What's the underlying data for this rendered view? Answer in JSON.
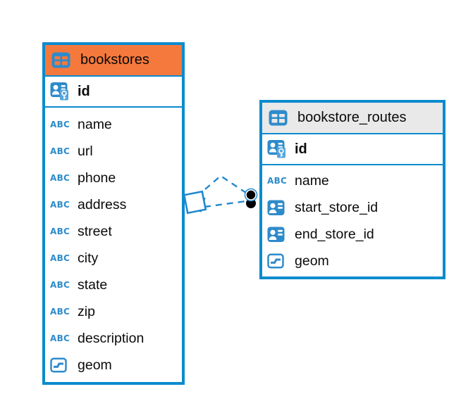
{
  "tables": [
    {
      "name": "bookstores",
      "header_color_key": "bookstores_header",
      "primary_key": {
        "name": "id",
        "icon": "primary-key-icon"
      },
      "columns": [
        {
          "name": "name",
          "icon": "text-type-icon"
        },
        {
          "name": "url",
          "icon": "text-type-icon"
        },
        {
          "name": "phone",
          "icon": "text-type-icon"
        },
        {
          "name": "address",
          "icon": "text-type-icon"
        },
        {
          "name": "street",
          "icon": "text-type-icon"
        },
        {
          "name": "city",
          "icon": "text-type-icon"
        },
        {
          "name": "state",
          "icon": "text-type-icon"
        },
        {
          "name": "zip",
          "icon": "text-type-icon"
        },
        {
          "name": "description",
          "icon": "text-type-icon"
        },
        {
          "name": "geom",
          "icon": "geometry-type-icon"
        }
      ]
    },
    {
      "name": "bookstore_routes",
      "header_color_key": "routes_header",
      "primary_key": {
        "name": "id",
        "icon": "primary-key-icon"
      },
      "columns": [
        {
          "name": "name",
          "icon": "text-type-icon"
        },
        {
          "name": "start_store_id",
          "icon": "reference-type-icon"
        },
        {
          "name": "end_store_id",
          "icon": "reference-type-icon"
        },
        {
          "name": "geom",
          "icon": "geometry-type-icon"
        }
      ]
    }
  ],
  "relationship": {
    "from_table": "bookstores",
    "to_table": "bookstore_routes",
    "line_style": "dashed",
    "line_count": 2
  },
  "colors": {
    "table_border": "#0b8bce",
    "icon_blue": "#2e8bcb",
    "connector_blue": "#2089ce",
    "bookstores_header": "#f5793c",
    "routes_header": "#e9e9e9",
    "endpoint_dot": "#000000",
    "text": "#0a0a0a"
  },
  "abc_icon_text": "ABC"
}
